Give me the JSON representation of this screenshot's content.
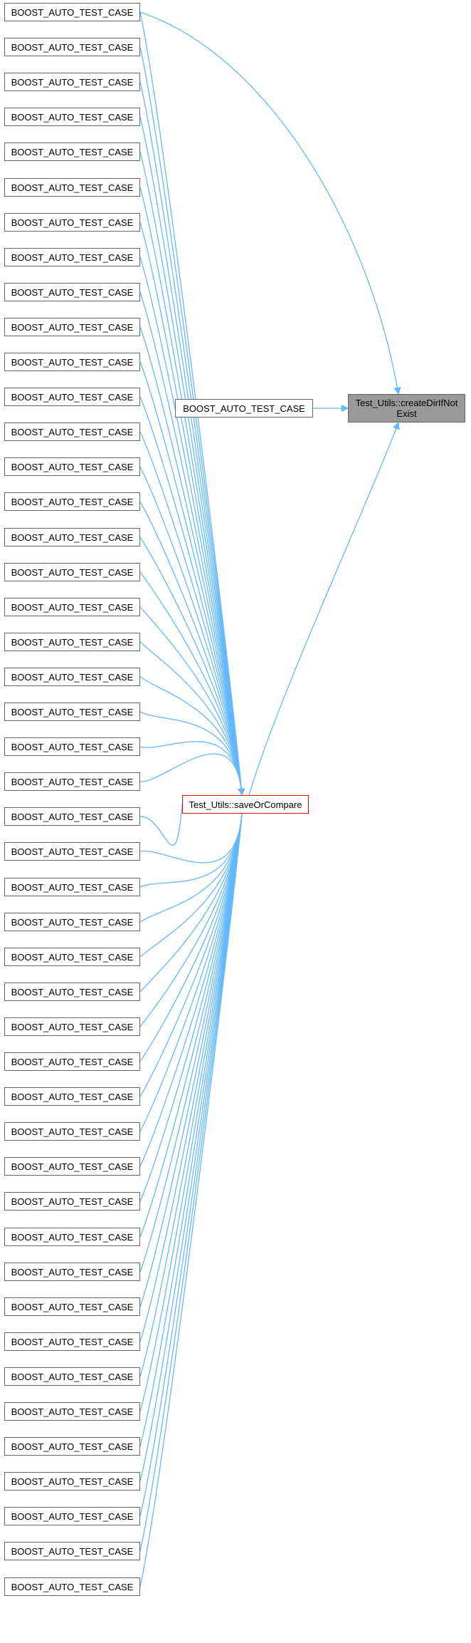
{
  "caller_label": "BOOST_AUTO_TEST_CASE",
  "left_callers_count": 46,
  "middle": {
    "direct_caller": "BOOST_AUTO_TEST_CASE",
    "save_or_compare": "Test_Utils::saveOrCompare"
  },
  "target": {
    "line1": "Test_Utils::createDirIfNot",
    "line2": "Exist"
  },
  "colors": {
    "edge": "#63b8ff",
    "node_border": "#666666",
    "highlight_border": "#ff0000",
    "target_fill": "#999999"
  }
}
